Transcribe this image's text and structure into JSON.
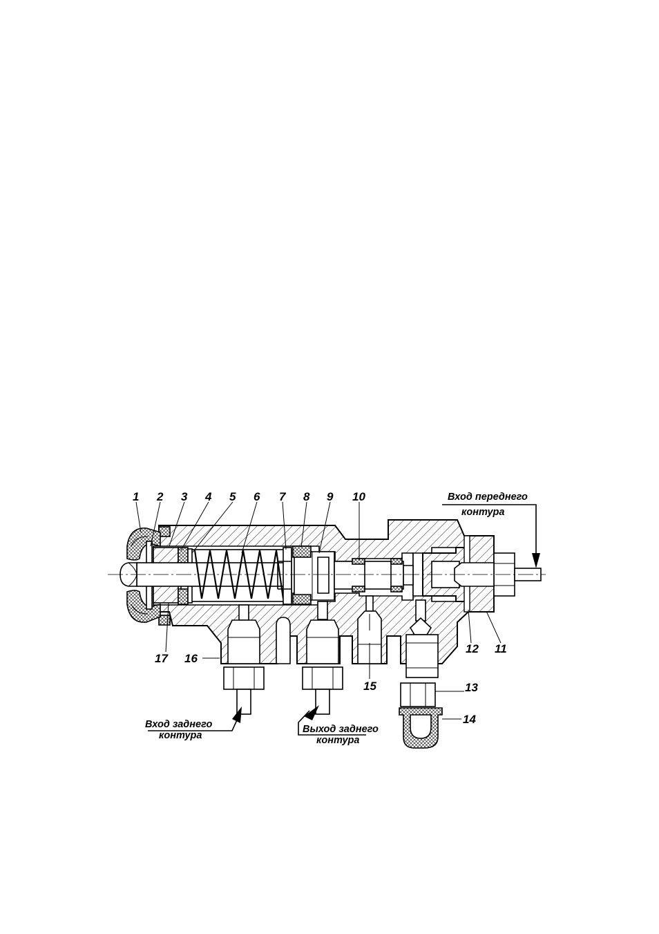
{
  "labels": [
    "1",
    "2",
    "3",
    "4",
    "5",
    "6",
    "7",
    "8",
    "9",
    "10",
    "11",
    "12",
    "13",
    "14",
    "15",
    "16",
    "17"
  ],
  "captions": {
    "front_in_1": "Вход переднего",
    "front_in_2": "контура",
    "rear_in_1": "Вход заднего",
    "rear_in_2": "контура",
    "rear_out_1": "Выход заднего",
    "rear_out_2": "контура"
  }
}
